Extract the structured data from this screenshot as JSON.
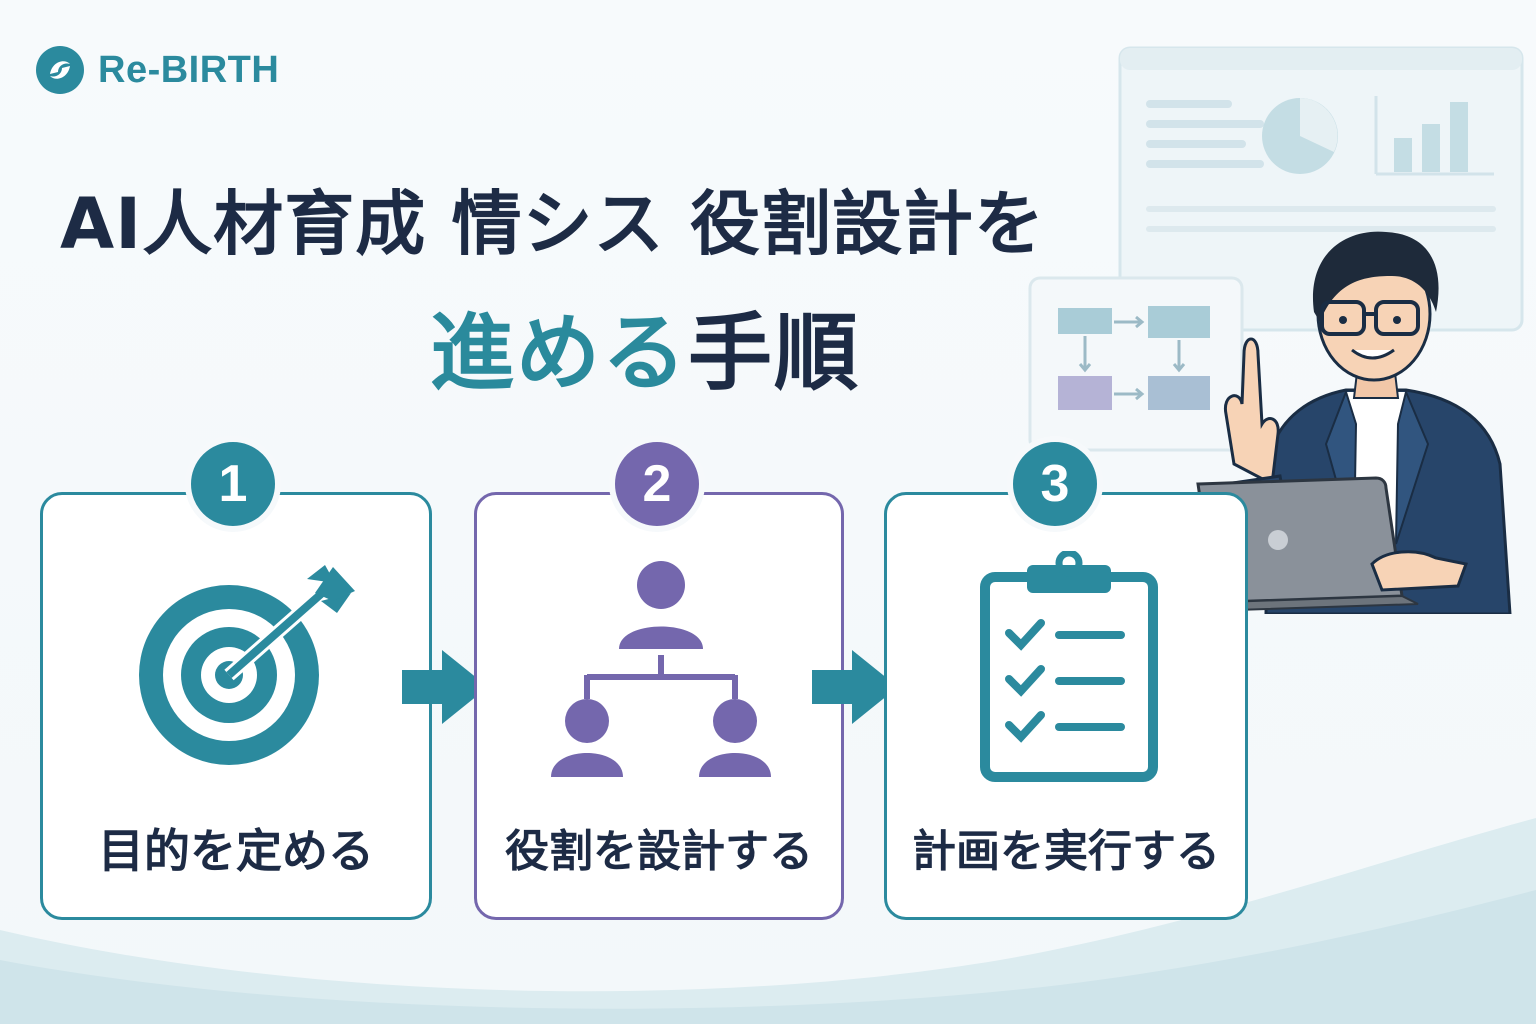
{
  "brand": {
    "name": "Re-BIRTH",
    "color": "#2b8a9e",
    "icon": "brand-swirl-icon"
  },
  "title": {
    "line1": "AI人材育成 情シス 役割設計を",
    "line2_accent": "進める",
    "line2_rest": "手順"
  },
  "colors": {
    "teal": "#2b8a9e",
    "purple": "#7467ad",
    "navy": "#1d2b45"
  },
  "steps": [
    {
      "number": "1",
      "label": "目的を定める",
      "icon": "target-arrow-icon",
      "color": "#2b8a9e"
    },
    {
      "number": "2",
      "label": "役割を設計する",
      "icon": "org-chart-icon",
      "color": "#7467ad"
    },
    {
      "number": "3",
      "label": "計画を実行する",
      "icon": "checklist-clipboard-icon",
      "color": "#2b8a9e"
    }
  ],
  "connectors": [
    "right-arrow-icon",
    "right-arrow-icon"
  ],
  "illustration": {
    "person": "presenter-with-laptop",
    "background": [
      "dashboard-chart-icon",
      "flowchart-icon"
    ]
  }
}
